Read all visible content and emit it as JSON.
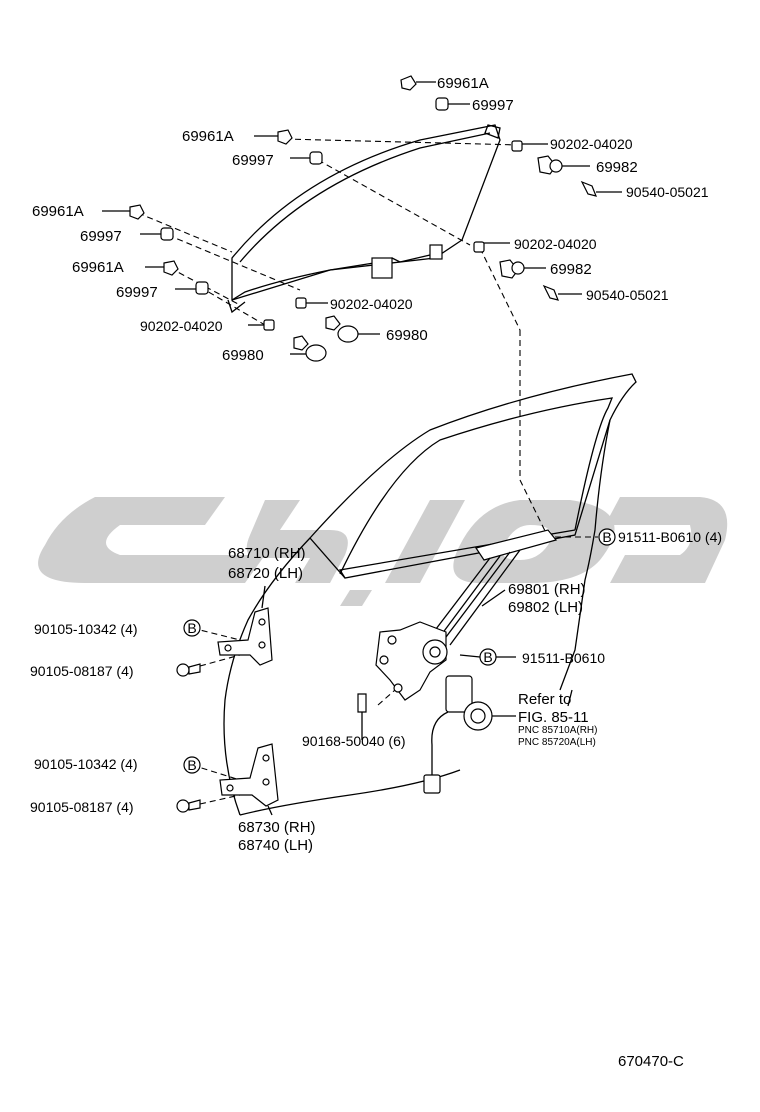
{
  "diagram_id": "670470-C",
  "watermark": {
    "color": "#cfcfcf"
  },
  "labels": {
    "p69961a_1": "69961A",
    "p69997_1": "69997",
    "p69961a_2": "69961A",
    "p69997_2": "69997",
    "p69961a_3": "69961A",
    "p69997_3": "69997",
    "p69961a_4": "69961A",
    "p69997_4": "69997",
    "p90202_1": "90202-04020",
    "p69982_1": "69982",
    "p90540_1": "90540-05021",
    "p90202_2": "90202-04020",
    "p69982_2": "69982",
    "p90540_2": "90540-05021",
    "p90202_3": "90202-04020",
    "p90202_4": "90202-04020",
    "p69980_1": "69980",
    "p69980_2": "69980",
    "hinge_upper_rh": "68710 (RH)",
    "hinge_upper_lh": "68720 (LH)",
    "regulator_rh": "69801 (RH)",
    "regulator_lh": "69802 (LH)",
    "bolt_91511_top": "91511-B0610 (4)",
    "bolt_91511_mid": "91511-B0610",
    "p90105_10342_1": "90105-10342 (4)",
    "p90105_08187_1": "90105-08187 (4)",
    "p90168": "90168-50040 (6)",
    "refer_to": "Refer to",
    "fig_ref": "FIG. 85-11",
    "pnc_rh": "PNC 85710A(RH)",
    "pnc_lh": "PNC 85720A(LH)",
    "p90105_10342_2": "90105-10342 (4)",
    "p90105_08187_2": "90105-08187 (4)",
    "hinge_lower_rh": "68730 (RH)",
    "hinge_lower_lh": "68740 (LH)",
    "callout_b": "B"
  }
}
